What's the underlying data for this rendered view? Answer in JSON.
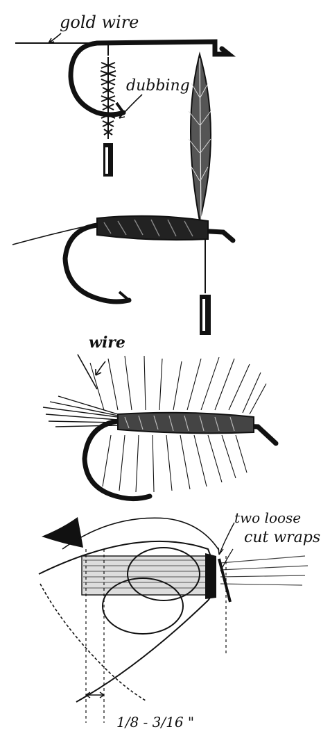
{
  "labels": {
    "gold_wire": "gold wire",
    "dubbing": "dubbing",
    "wire": "wire",
    "two_loose": "two loose",
    "cut_wraps": "cut wraps",
    "measurement": "1/8 - 3/16 \""
  },
  "colors": {
    "ink": "#111111",
    "paper": "#ffffff"
  }
}
